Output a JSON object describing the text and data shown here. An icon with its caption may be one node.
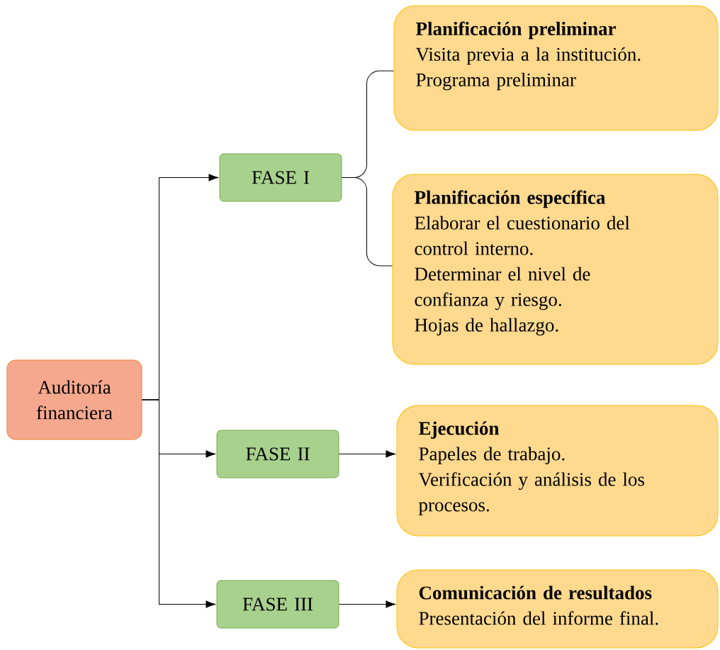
{
  "diagram": {
    "nodes": [
      {
        "text": [
          "Auditoría financiera"
        ]
      },
      {
        "text": [
          "FASE I"
        ]
      },
      {
        "text": [
          "Planificación preliminar",
          "Visita previa a la institución.",
          "Programa preliminar"
        ]
      },
      {
        "text": [
          "Planificación específica",
          "Elaborar el cuestionario del control interno.",
          "Determinar el nivel de confianza y riesgo.",
          "Hojas de hallazgo."
        ]
      },
      {
        "text": [
          "FASE II"
        ]
      },
      {
        "text": [
          "Ejecución",
          "Papeles de trabajo.",
          "Verificación y análisis de los procesos."
        ]
      },
      {
        "text": [
          "FASE III"
        ]
      },
      {
        "text": [
          "Comunicación de resultados",
          "Presentación del informe final."
        ]
      }
    ],
    "edges": [
      {
        "from": 0,
        "to": 1,
        "arrow": "to"
      },
      {
        "from": 0,
        "to": 4,
        "arrow": "to"
      },
      {
        "from": 0,
        "to": 6,
        "arrow": "to"
      },
      {
        "from": 1,
        "to": 2,
        "arrow": "none"
      },
      {
        "from": 1,
        "to": 3,
        "arrow": "none"
      },
      {
        "from": 4,
        "to": 5,
        "arrow": "to"
      },
      {
        "from": 6,
        "to": 7,
        "arrow": "to"
      }
    ]
  }
}
